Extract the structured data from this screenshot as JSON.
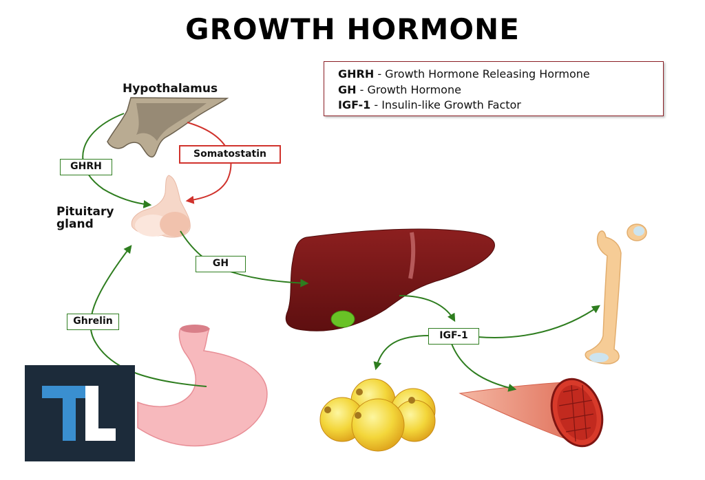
{
  "title": "GROWTH HORMONE",
  "legend": [
    {
      "abbr": "GHRH",
      "text": " - Growth Hormone Releasing Hormone"
    },
    {
      "abbr": "GH",
      "text": " - Growth Hormone"
    },
    {
      "abbr": "IGF-1",
      "text": " - Insulin-like Growth Factor"
    }
  ],
  "organs": {
    "hypothalamus": "Hypothalamus",
    "pituitary_line1": "Pituitary",
    "pituitary_line2": "gland"
  },
  "signals": {
    "ghrh": "GHRH",
    "somatostatin": "Somatostatin",
    "gh": "GH",
    "ghrelin": "Ghrelin",
    "igf1": "IGF-1"
  },
  "logo": {
    "letters": "TL"
  },
  "colors": {
    "stimulation_arrow": "#2e7d1f",
    "inhibition_arrow": "#d0322c",
    "liver": "#7a1616",
    "logo_background": "#1c2b3a",
    "logo_accent": "#3a8fd0"
  }
}
